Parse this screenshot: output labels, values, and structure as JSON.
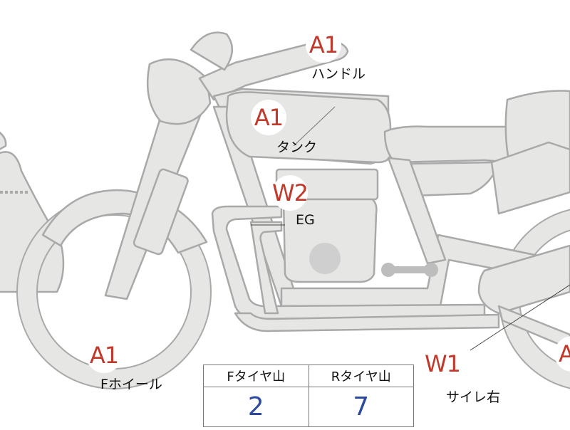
{
  "colors": {
    "body_fill": "#e6e6e4",
    "body_stroke": "#a9a9a9",
    "grade_text": "#c0392b",
    "value_text": "#2b4aa0",
    "engine_circle": "#cfcfcf"
  },
  "parts": [
    {
      "id": "handle",
      "grade": "A1",
      "label": "ハンドル"
    },
    {
      "id": "tank",
      "grade": "A1",
      "label": "タンク"
    },
    {
      "id": "engine",
      "grade": "W2",
      "label": "EG"
    },
    {
      "id": "front_wheel",
      "grade": "A1",
      "label": "Fホイール"
    },
    {
      "id": "muffler_right",
      "grade": "W1",
      "label": "サイレ右"
    },
    {
      "id": "rear_wheel",
      "grade": "A",
      "label": ""
    }
  ],
  "tire_table": {
    "headers": [
      "Fタイヤ山",
      "Rタイヤ山"
    ],
    "values": [
      "2",
      "7"
    ]
  }
}
